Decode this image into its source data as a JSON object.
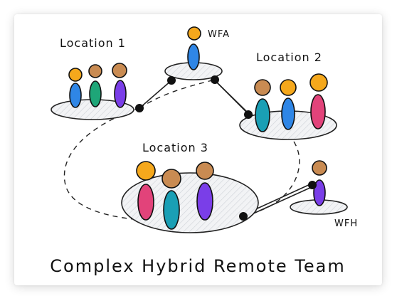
{
  "diagram": {
    "title": "Complex Hybrid Remote Team",
    "locations": [
      {
        "id": "loc1",
        "label": "Location 1"
      },
      {
        "id": "wfa",
        "label": "WFA"
      },
      {
        "id": "loc2",
        "label": "Location 2"
      },
      {
        "id": "loc3",
        "label": "Location 3"
      },
      {
        "id": "wfh",
        "label": "WFH"
      }
    ],
    "colors": {
      "orange": "#f5a81c",
      "tan": "#c98b52",
      "blue": "#2f86e6",
      "green": "#1ea678",
      "purple": "#7a3ee8",
      "teal": "#1a9fb5",
      "pink": "#e2437a",
      "platform": "#eef0f2",
      "ink": "#111111"
    }
  }
}
